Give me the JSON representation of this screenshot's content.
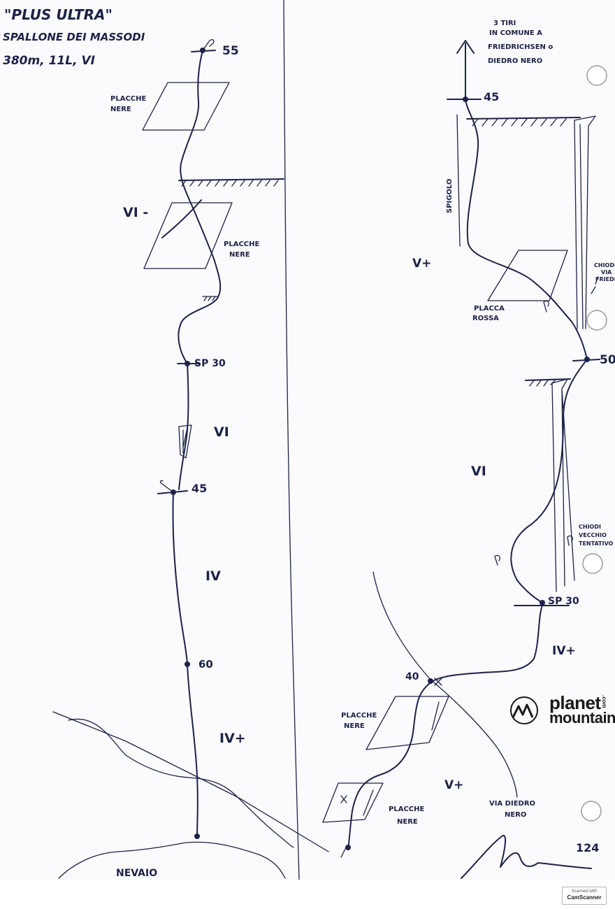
{
  "title": {
    "line1": "\"PLUS ULTRA\"",
    "line2": "SPALLONE DEI MASSODI",
    "line3": "380m, 11L, VI"
  },
  "left_route": {
    "belay_top": "55",
    "belay_mid": "SP 30",
    "belay_low": "45",
    "belay_bottom": "60",
    "grade_1": "VI -",
    "grade_2": "VI",
    "grade_3": "IV",
    "grade_4": "IV+",
    "placche_1": [
      "PLACCHE",
      "NERE"
    ],
    "placche_2": [
      "PLACCHE",
      "NERE"
    ],
    "snowfield": "NEVAIO"
  },
  "right_route": {
    "note": [
      "3 TIRI",
      "IN COMUNE A",
      "FRIEDRICHSEN o",
      "DIEDRO NERO"
    ],
    "belay_top": "45",
    "belay_50": "50",
    "belay_30": "SP 30",
    "belay_40": "40",
    "spigolo": "SPIGOLO",
    "grade_v_plus_1": "V+",
    "grade_vi": "VI",
    "grade_iv_plus": "IV+",
    "grade_v_plus_2": "V+",
    "placca_rossa": [
      "PLACCA",
      "ROSSA"
    ],
    "chiodi_via": [
      "CHIODI",
      "VIA",
      "FRIEDR"
    ],
    "chiodi_vecchio": [
      "CHIODI",
      "VECCHIO",
      "TENTATIVO"
    ],
    "placche_nere_1": [
      "PLACCHE",
      "NERE"
    ],
    "placche_nere_2": [
      "PLACCHE",
      "NERE"
    ],
    "via_diedro": [
      "VIA DIEDRO",
      "NERO"
    ],
    "page_number": "124"
  },
  "logo": {
    "word1": "planet",
    "word2": "mountain",
    "word3": ".com"
  },
  "scanner": {
    "line1": "Scanned with",
    "line2": "CamScanner"
  }
}
